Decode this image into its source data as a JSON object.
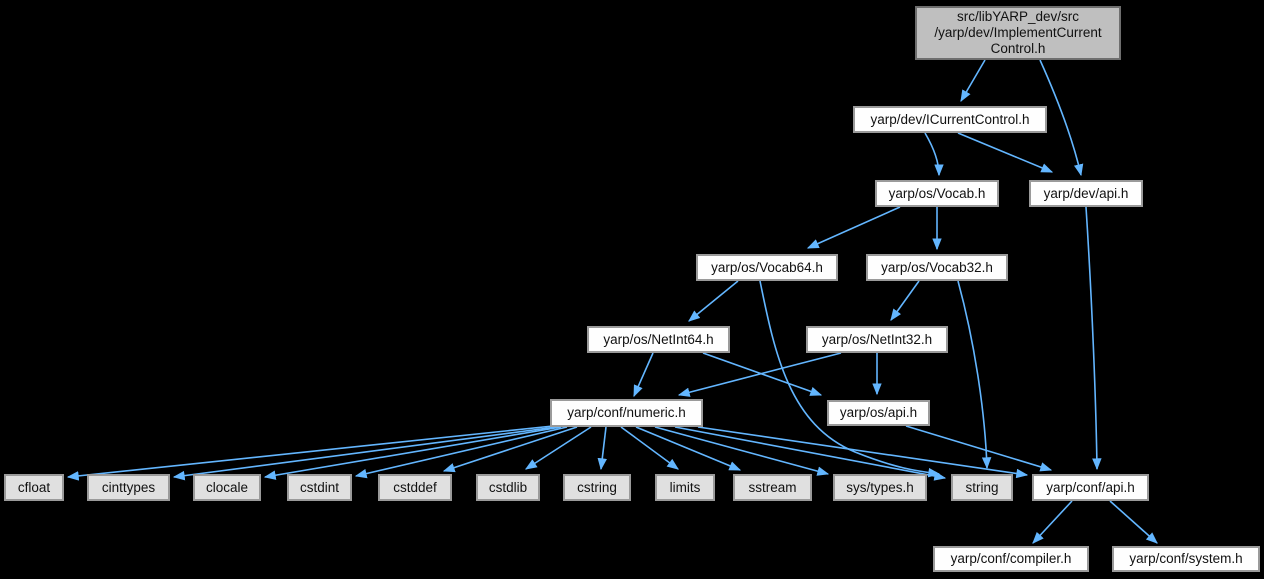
{
  "graph": {
    "kind": "doxygen-include-dependency-graph",
    "colors": {
      "background": "#000000",
      "edge": "#63b6ff",
      "node_fill": "#fefefe",
      "node_plain_fill": "#e0e0e0",
      "node_current_fill": "#bfbfbf",
      "node_border": "#9a9a9a",
      "text": "#111111"
    },
    "nodes": [
      {
        "id": "impl",
        "label": "src/libYARP_dev/src\n/yarp/dev/ImplementCurrent\nControl.h",
        "kind": "current"
      },
      {
        "id": "icurrentcontrol",
        "label": "yarp/dev/ICurrentControl.h",
        "kind": "link"
      },
      {
        "id": "osvocab",
        "label": "yarp/os/Vocab.h",
        "kind": "link"
      },
      {
        "id": "devapi",
        "label": "yarp/dev/api.h",
        "kind": "link"
      },
      {
        "id": "vocab64",
        "label": "yarp/os/Vocab64.h",
        "kind": "link"
      },
      {
        "id": "vocab32",
        "label": "yarp/os/Vocab32.h",
        "kind": "link"
      },
      {
        "id": "netint64",
        "label": "yarp/os/NetInt64.h",
        "kind": "link"
      },
      {
        "id": "netint32",
        "label": "yarp/os/NetInt32.h",
        "kind": "link"
      },
      {
        "id": "numeric",
        "label": "yarp/conf/numeric.h",
        "kind": "link"
      },
      {
        "id": "osapi",
        "label": "yarp/os/api.h",
        "kind": "link"
      },
      {
        "id": "cfloat",
        "label": "cfloat",
        "kind": "plain"
      },
      {
        "id": "cinttypes",
        "label": "cinttypes",
        "kind": "plain"
      },
      {
        "id": "clocale",
        "label": "clocale",
        "kind": "plain"
      },
      {
        "id": "cstdint",
        "label": "cstdint",
        "kind": "plain"
      },
      {
        "id": "cstddef",
        "label": "cstddef",
        "kind": "plain"
      },
      {
        "id": "cstdlib",
        "label": "cstdlib",
        "kind": "plain"
      },
      {
        "id": "cstring",
        "label": "cstring",
        "kind": "plain"
      },
      {
        "id": "limits",
        "label": "limits",
        "kind": "plain"
      },
      {
        "id": "sstream",
        "label": "sstream",
        "kind": "plain"
      },
      {
        "id": "systypes",
        "label": "sys/types.h",
        "kind": "plain"
      },
      {
        "id": "string",
        "label": "string",
        "kind": "plain"
      },
      {
        "id": "confapi",
        "label": "yarp/conf/api.h",
        "kind": "link"
      },
      {
        "id": "compiler",
        "label": "yarp/conf/compiler.h",
        "kind": "link"
      },
      {
        "id": "system",
        "label": "yarp/conf/system.h",
        "kind": "link"
      }
    ],
    "edges": [
      [
        "impl",
        "icurrentcontrol"
      ],
      [
        "impl",
        "devapi"
      ],
      [
        "icurrentcontrol",
        "osvocab"
      ],
      [
        "icurrentcontrol",
        "devapi"
      ],
      [
        "osvocab",
        "vocab64"
      ],
      [
        "osvocab",
        "vocab32"
      ],
      [
        "vocab64",
        "netint64"
      ],
      [
        "vocab64",
        "string"
      ],
      [
        "vocab32",
        "netint32"
      ],
      [
        "vocab32",
        "string"
      ],
      [
        "netint64",
        "numeric"
      ],
      [
        "netint64",
        "osapi"
      ],
      [
        "netint32",
        "numeric"
      ],
      [
        "netint32",
        "osapi"
      ],
      [
        "numeric",
        "cfloat"
      ],
      [
        "numeric",
        "cinttypes"
      ],
      [
        "numeric",
        "clocale"
      ],
      [
        "numeric",
        "cstdint"
      ],
      [
        "numeric",
        "cstddef"
      ],
      [
        "numeric",
        "cstdlib"
      ],
      [
        "numeric",
        "cstring"
      ],
      [
        "numeric",
        "limits"
      ],
      [
        "numeric",
        "sstream"
      ],
      [
        "numeric",
        "systypes"
      ],
      [
        "numeric",
        "string"
      ],
      [
        "numeric",
        "confapi"
      ],
      [
        "osapi",
        "confapi"
      ],
      [
        "devapi",
        "confapi"
      ],
      [
        "confapi",
        "compiler"
      ],
      [
        "confapi",
        "system"
      ]
    ]
  }
}
